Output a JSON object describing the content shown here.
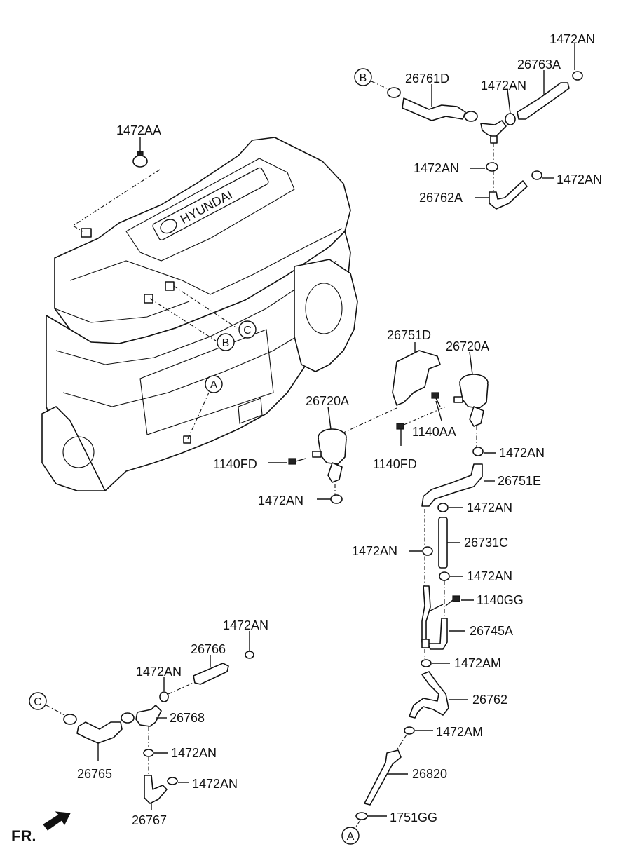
{
  "labels": {
    "l1472an_tr1": "1472AN",
    "l26763a": "26763A",
    "l26761d": "26761D",
    "l1472an_tr2": "1472AN",
    "l1472an_tr3": "1472AN",
    "l1472an_tr4": "1472AN",
    "l26762a": "26762A",
    "l1472aa": "1472AA",
    "l26751d": "26751D",
    "l26720a_r": "26720A",
    "l26720a_l": "26720A",
    "l1140aa": "1140AA",
    "l1140fd_l": "1140FD",
    "l1140fd_r": "1140FD",
    "l1472an_m1": "1472AN",
    "l1472an_m2": "1472AN",
    "l26751e": "26751E",
    "l1472an_m3": "1472AN",
    "l26731c": "26731C",
    "l1472an_m4": "1472AN",
    "l1472an_m5": "1472AN",
    "l1140gg": "1140GG",
    "l26745a": "26745A",
    "l1472am_1": "1472AM",
    "l26762": "26762",
    "l1472am_2": "1472AM",
    "l26820": "26820",
    "l1751gg": "1751GG",
    "l1472an_b1": "1472AN",
    "l26766": "26766",
    "l1472an_b2": "1472AN",
    "l26768": "26768",
    "l26765": "26765",
    "l1472an_b3": "1472AN",
    "l1472an_b4": "1472AN",
    "l26767": "26767"
  },
  "callouts": {
    "b_top": "B",
    "b_eng": "B",
    "c_eng": "C",
    "a_eng": "A",
    "c_bottom": "C",
    "a_bottom": "A"
  },
  "engine": {
    "logo_text": "HYUNDAI"
  },
  "footer": {
    "front_label": "FR."
  }
}
